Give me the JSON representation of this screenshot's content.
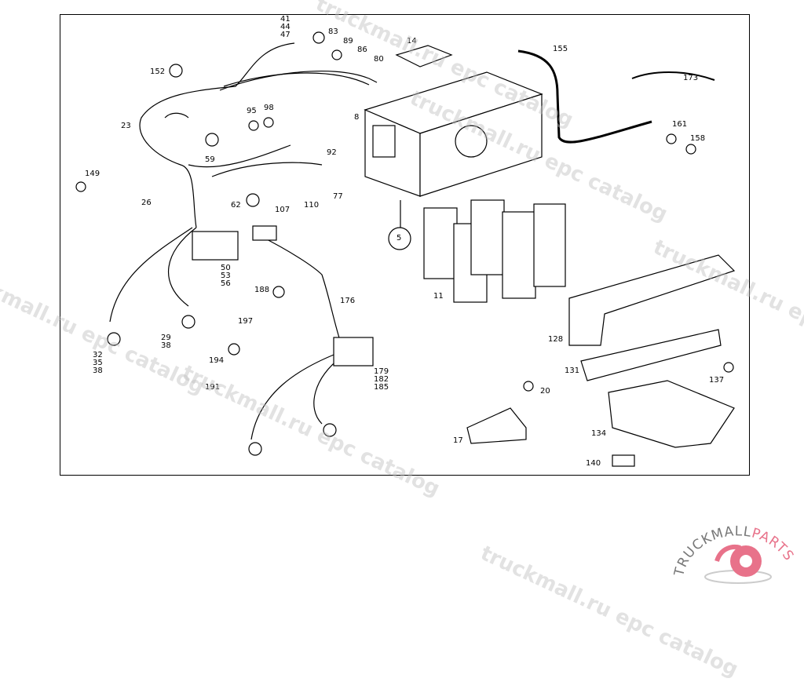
{
  "diagram": {
    "callouts": {
      "c41_44_47": "41\n44\n47",
      "c83": "83",
      "c89": "89",
      "c86": "86",
      "c80": "80",
      "c14": "14",
      "c155": "155",
      "c173": "173",
      "c152": "152",
      "c95": "95",
      "c98": "98",
      "c8": "8",
      "c161": "161",
      "c158": "158",
      "c23": "23",
      "c59": "59",
      "c92": "92",
      "c149": "149",
      "c26": "26",
      "c62": "62",
      "c107": "107",
      "c110": "110",
      "c77": "77",
      "c5": "5",
      "c50_53_56": "50\n53\n56",
      "c188": "188",
      "c176": "176",
      "c11": "11",
      "c197": "197",
      "c29_38": "29\n38",
      "c128": "128",
      "c32_35_38": "32\n35\n38",
      "c194": "194",
      "c131": "131",
      "c137": "137",
      "c179_182_185": "179\n182\n185",
      "c191": "191",
      "c20": "20",
      "c134": "134",
      "c17": "17",
      "c140": "140"
    }
  },
  "watermark": {
    "text": "truckmall.ru epc catalog"
  },
  "logo": {
    "text_dark": "TRUCKMALL",
    "text_accent": "PARTS",
    "accent_color": "#e8728a"
  }
}
